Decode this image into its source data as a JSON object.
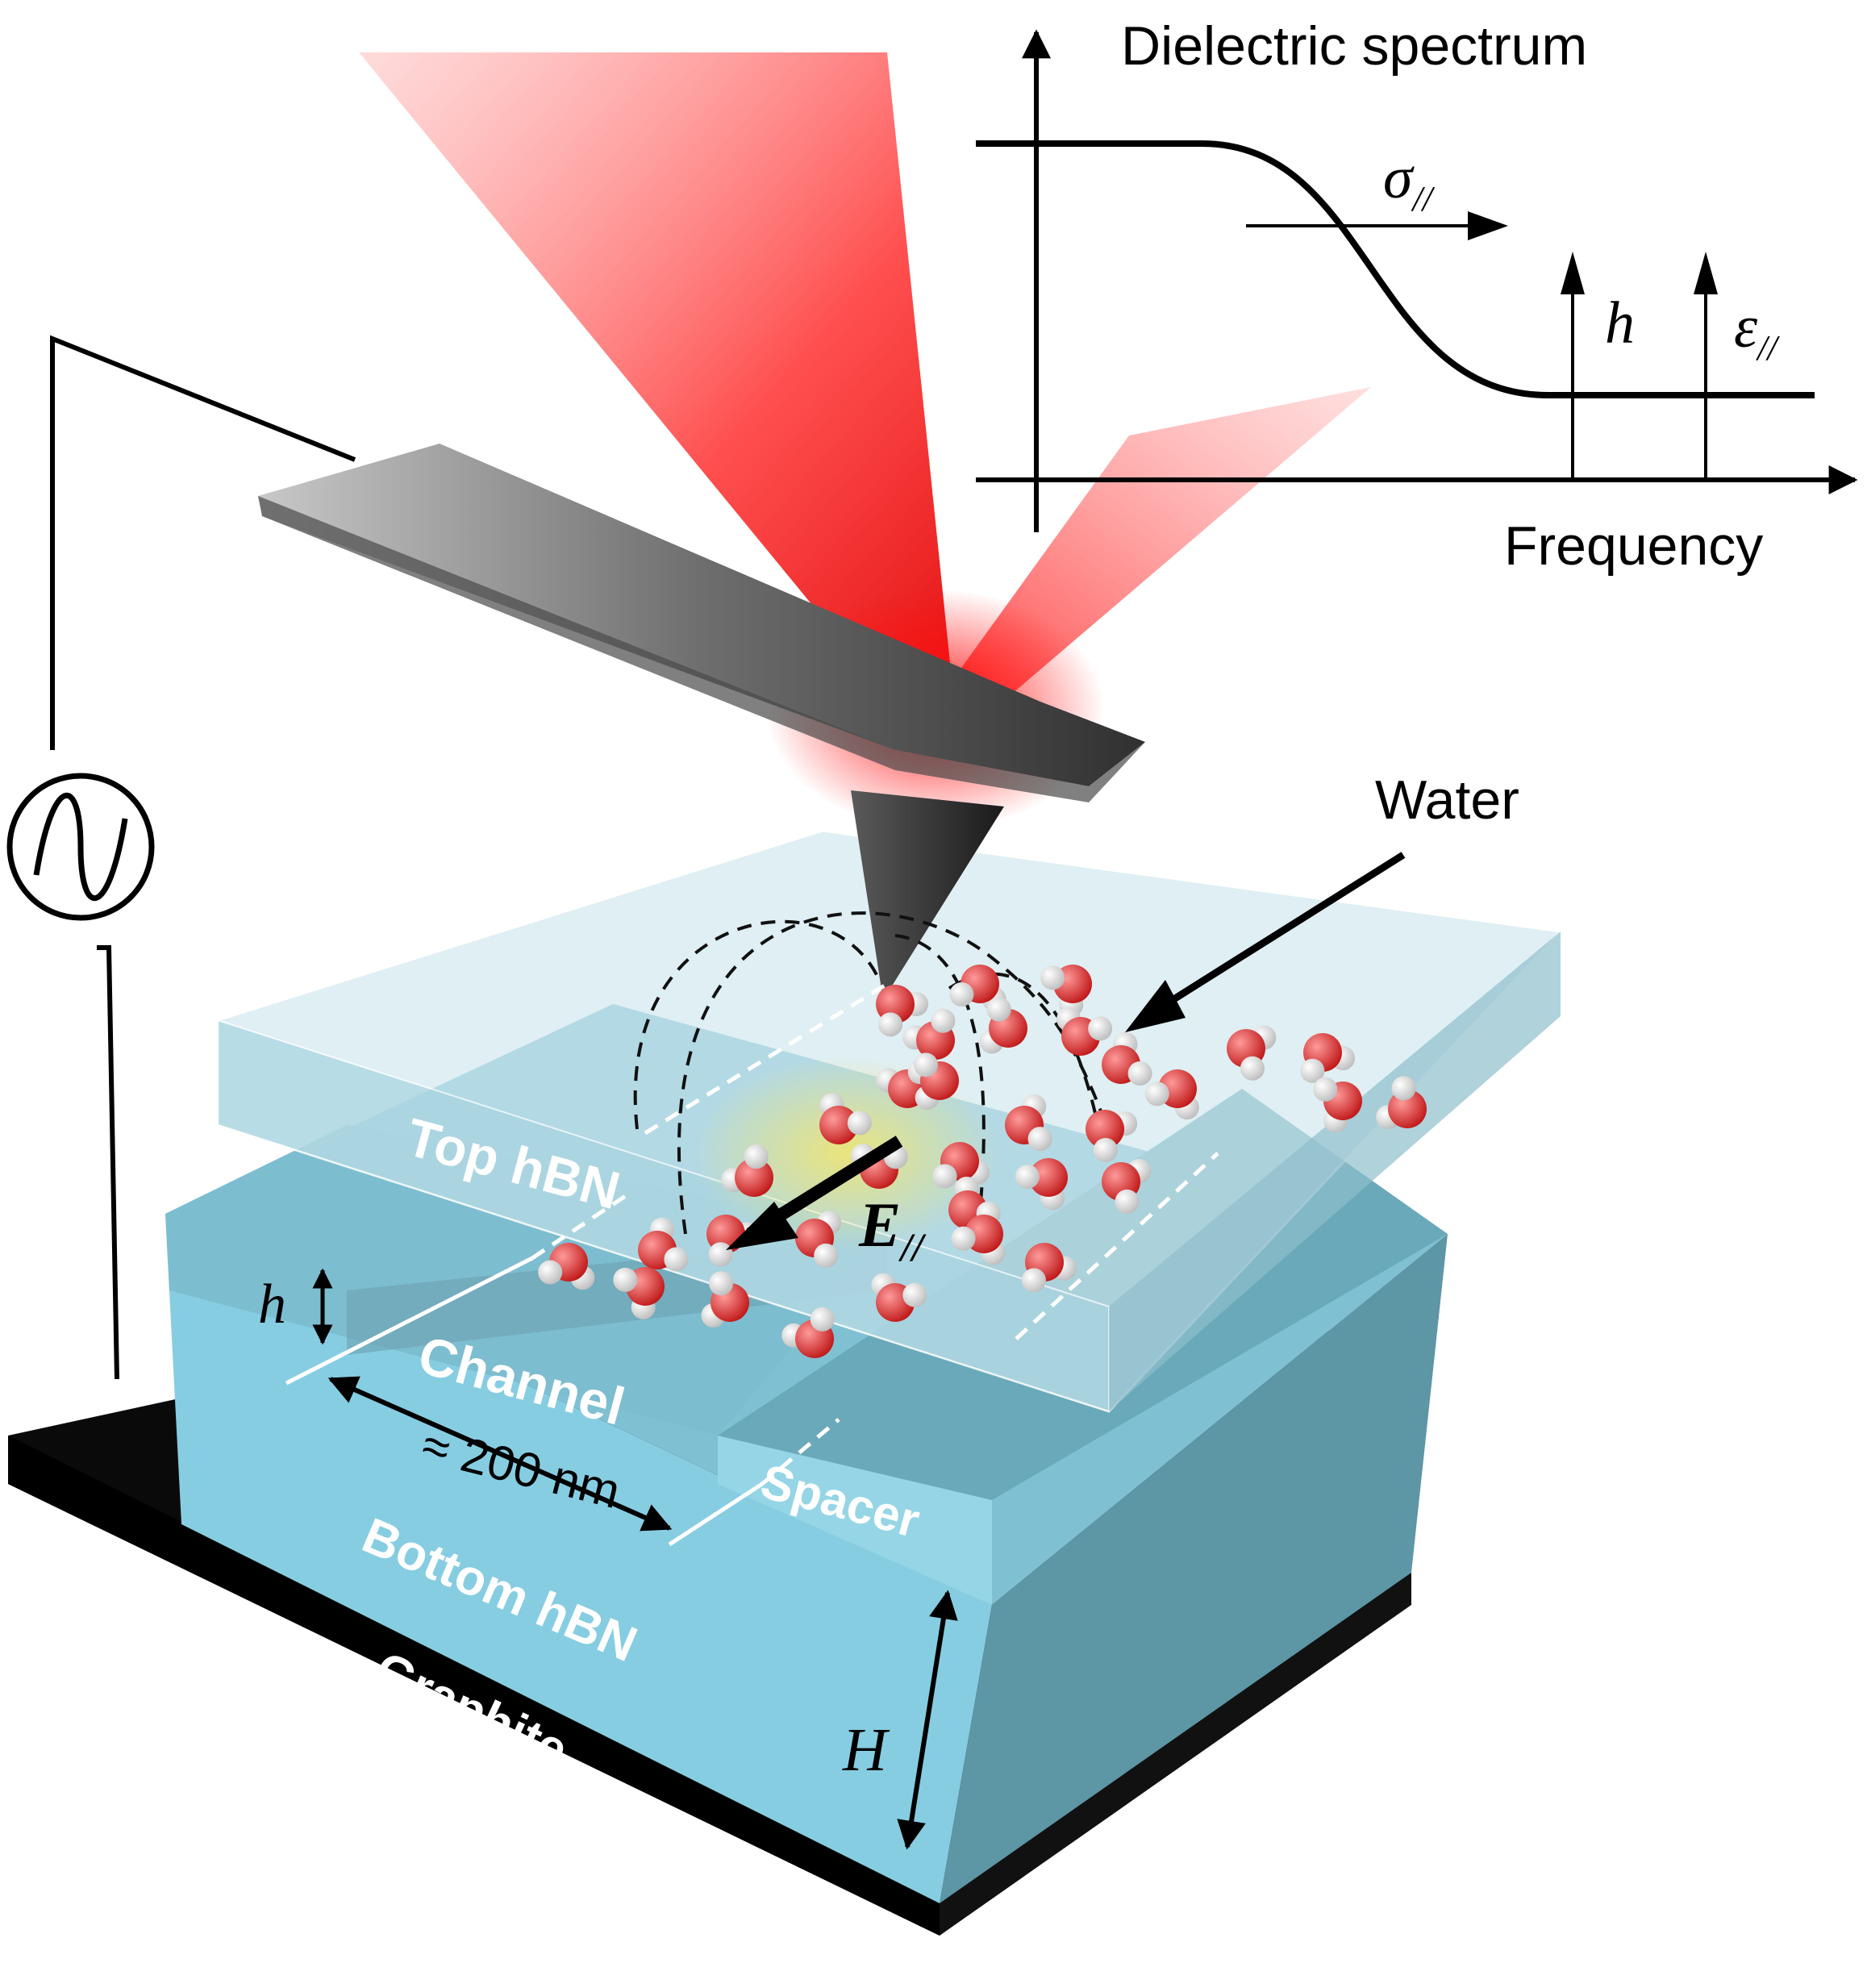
{
  "inset": {
    "title": "Dielectric spectrum",
    "x_axis_label": "Frequency",
    "arrow_sigma_label": "σ",
    "arrow_sigma_sub": "//",
    "arrow_h_label": "h",
    "arrow_epsilon_label": "ε",
    "arrow_epsilon_sub": "//"
  },
  "labels": {
    "water": "Water",
    "top_hbn": "Top hBN",
    "channel": "Channel",
    "spacer": "Spacer",
    "bottom_hbn": "Bottom hBN",
    "graphite": "Graphite",
    "channel_width": "≈ 200 nm",
    "height_h": "h",
    "height_H": "H",
    "field_main": "E",
    "field_sub": "//"
  },
  "colors": {
    "laser": "#ff2a2a",
    "hbn_top": "#bfe0ea",
    "hbn_front": "#8fd0e2",
    "hbn_side": "#5f97a6",
    "graphite": "#000000",
    "oxygen": "#d42020",
    "hydrogen": "#e8e8e8"
  },
  "icons": {
    "ac_source": "ac-source-icon",
    "cantilever": "afm-tip-icon"
  }
}
